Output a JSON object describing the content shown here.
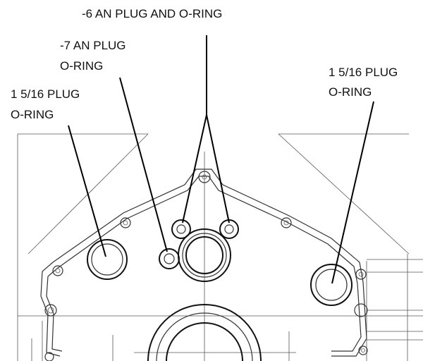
{
  "callouts": {
    "top_center": "-6 AN PLUG AND O-RING",
    "upper_left_line1": "-7 AN PLUG",
    "upper_left_line2": "O-RING",
    "left_line1": "1 5/16 PLUG",
    "left_line2": "O-RING",
    "right_line1": "1 5/16 PLUG",
    "right_line2": "O-RING"
  }
}
